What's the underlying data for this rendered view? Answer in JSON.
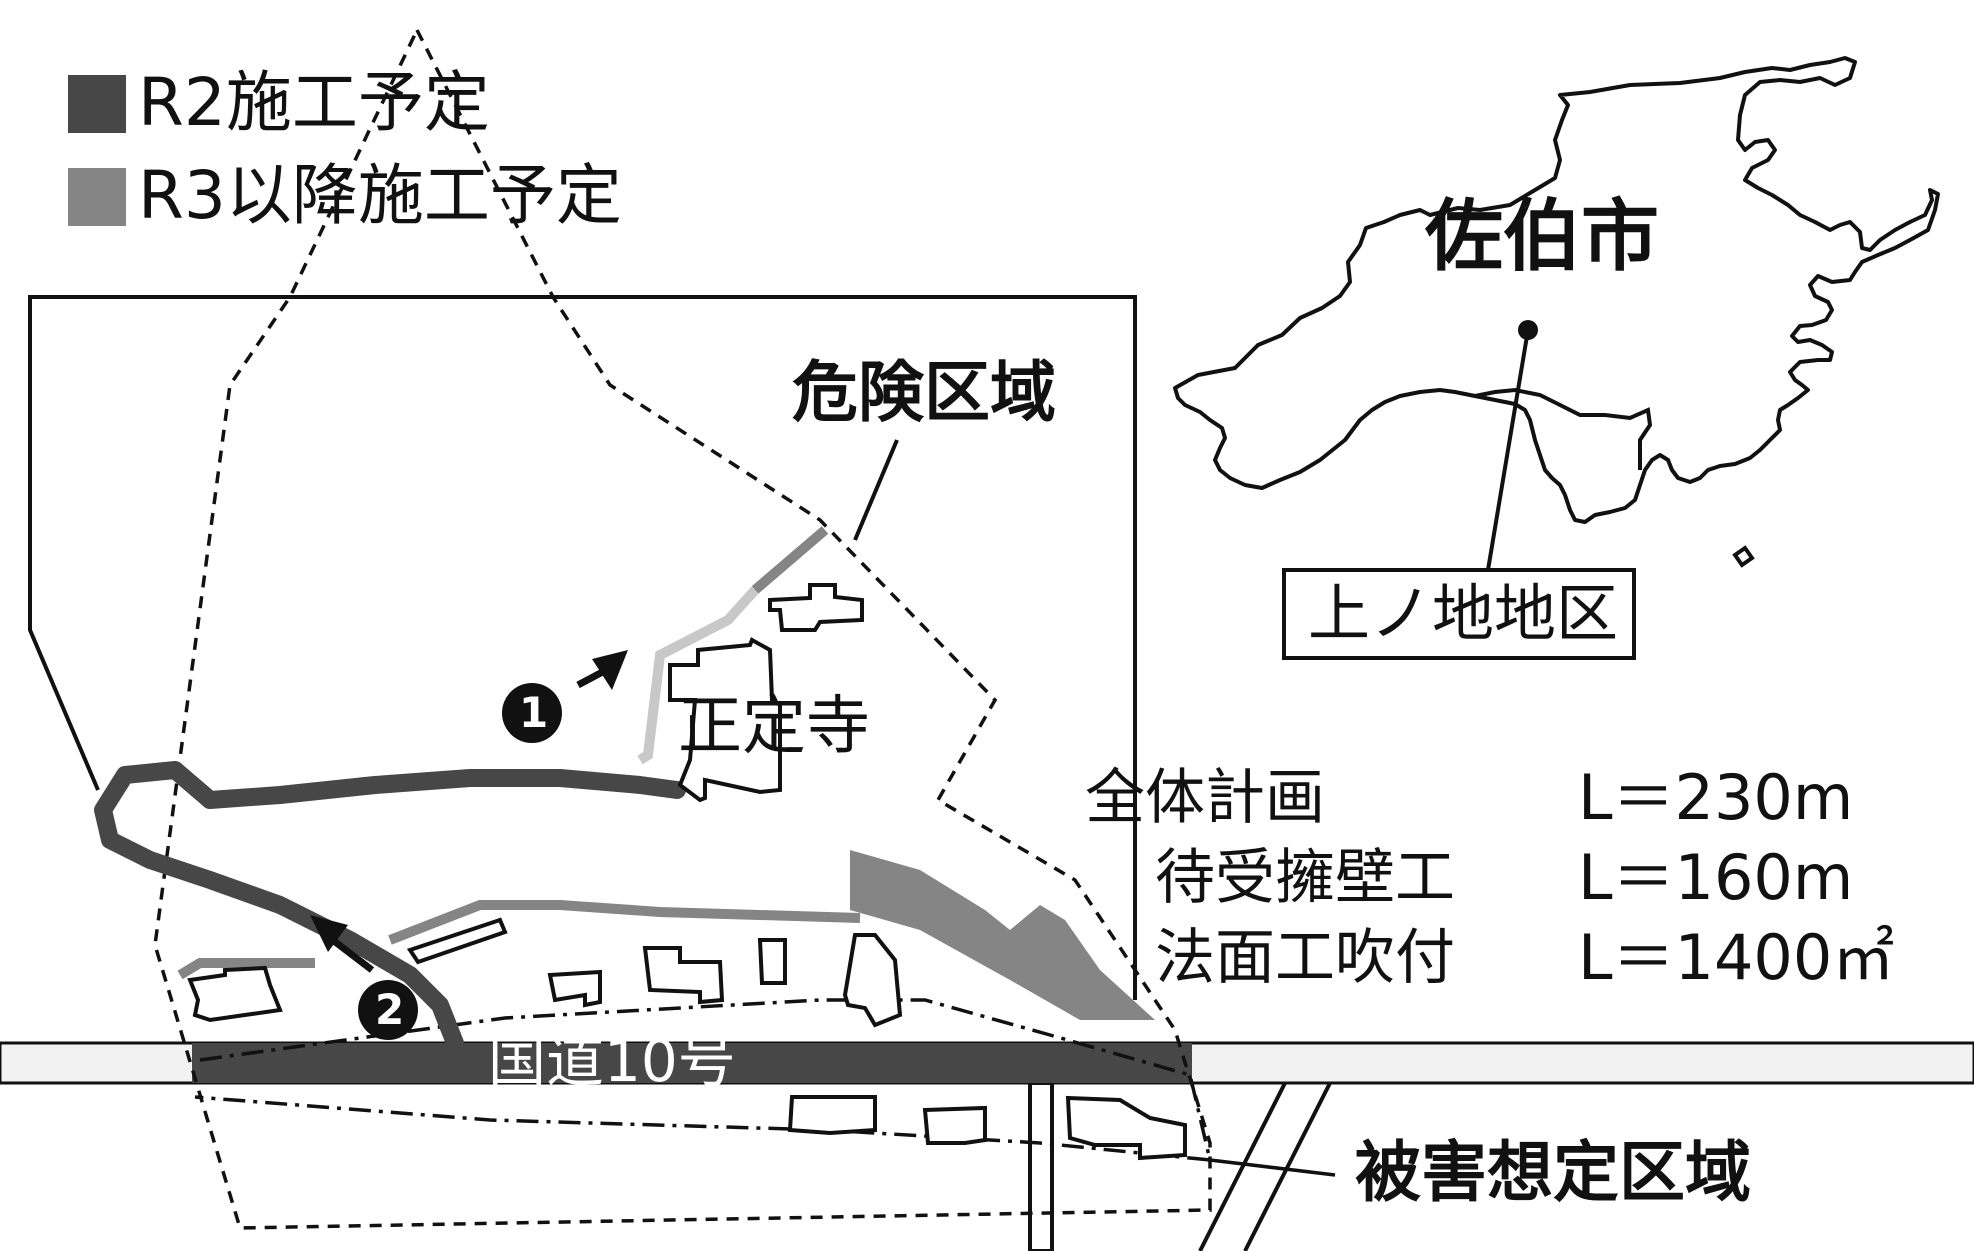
{
  "legend": {
    "items": [
      {
        "label": "R2施工予定",
        "color": "#474747"
      },
      {
        "label": "R3以降施工予定",
        "color": "#858585"
      }
    ]
  },
  "labels": {
    "danger_zone": "危険区域",
    "damage_zone": "被害想定区域",
    "temple": "正定寺",
    "road": "国道10号",
    "city": "佐伯市",
    "district": "上ノ地地区"
  },
  "markers": [
    {
      "number": "1",
      "icon": "arrow-icon"
    },
    {
      "number": "2",
      "icon": "arrow-icon"
    }
  ],
  "specs": [
    {
      "name": "全体計画",
      "value": "L＝230m"
    },
    {
      "name": "待受擁壁工",
      "value": "L＝160m"
    },
    {
      "name": "法面工吹付",
      "value": "L＝1400㎡"
    }
  ],
  "colors": {
    "r2": "#474747",
    "r3": "#858585",
    "light_path": "#c8c8c8",
    "ink": "#111111",
    "road_fill": "#f2f2f2"
  }
}
